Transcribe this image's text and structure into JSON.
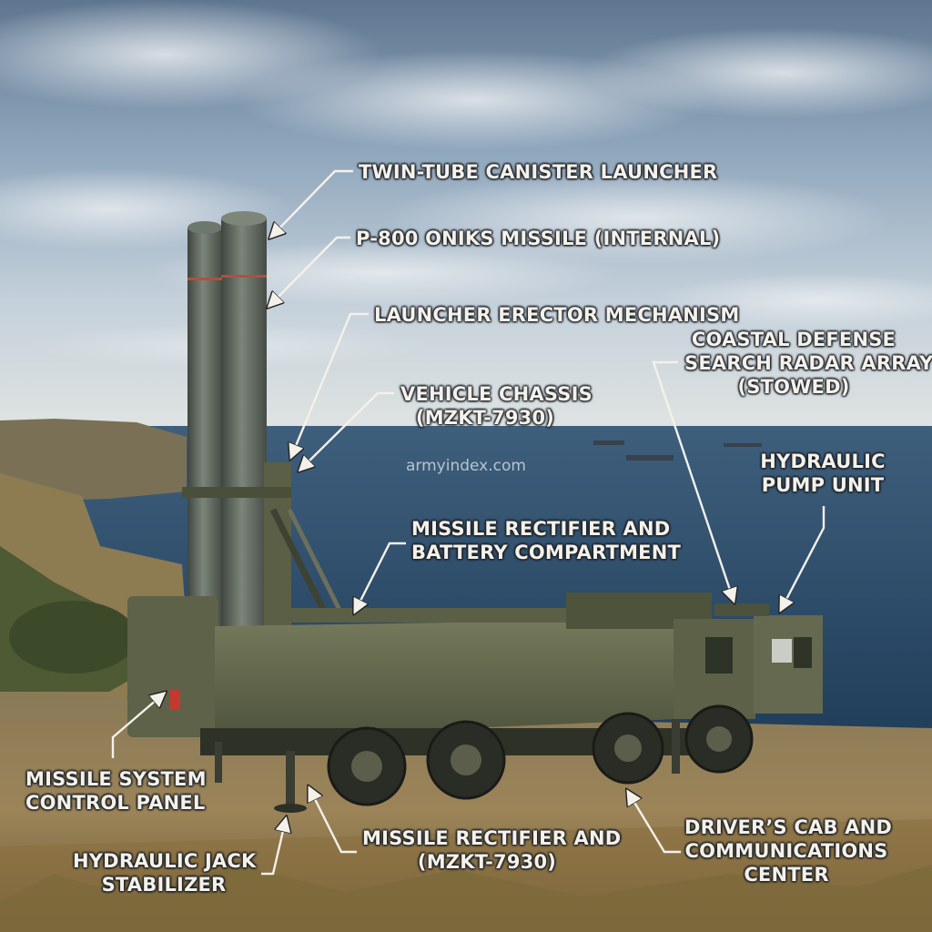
{
  "watermark": "armyindex.com",
  "labels": {
    "twin_tube": "TWIN-TUBE CANISTER LAUNCHER",
    "missile": "P-800 ONIKS MISSILE (INTERNAL)",
    "erector": "LAUNCHER ERECTOR MECHANISM",
    "chassis_1": "VEHICLE CHASSIS",
    "chassis_2": "(MZKT-7930)",
    "radar_1": "COASTAL DEFENSE",
    "radar_2": "SEARCH RADAR ARRAY",
    "radar_3": "(STOWED)",
    "hydraulic_pump_1": "HYDRAULIC",
    "hydraulic_pump_2": "PUMP UNIT",
    "rectifier_top_1": "MISSILE RECTIFIER AND",
    "rectifier_top_2": "BATTERY COMPARTMENT",
    "control_panel_1": "MISSILE SYSTEM",
    "control_panel_2": "CONTROL PANEL",
    "jack_1": "HYDRAULIC JACK",
    "jack_2": "STABILIZER",
    "rectifier_bottom_1": "MISSILE RECTIFIER AND",
    "rectifier_bottom_2": "(MZKT-7930)",
    "cab_1": "DRIVER’S CAB AND",
    "cab_2": "COMMUNICATIONS",
    "cab_3": "CENTER"
  }
}
